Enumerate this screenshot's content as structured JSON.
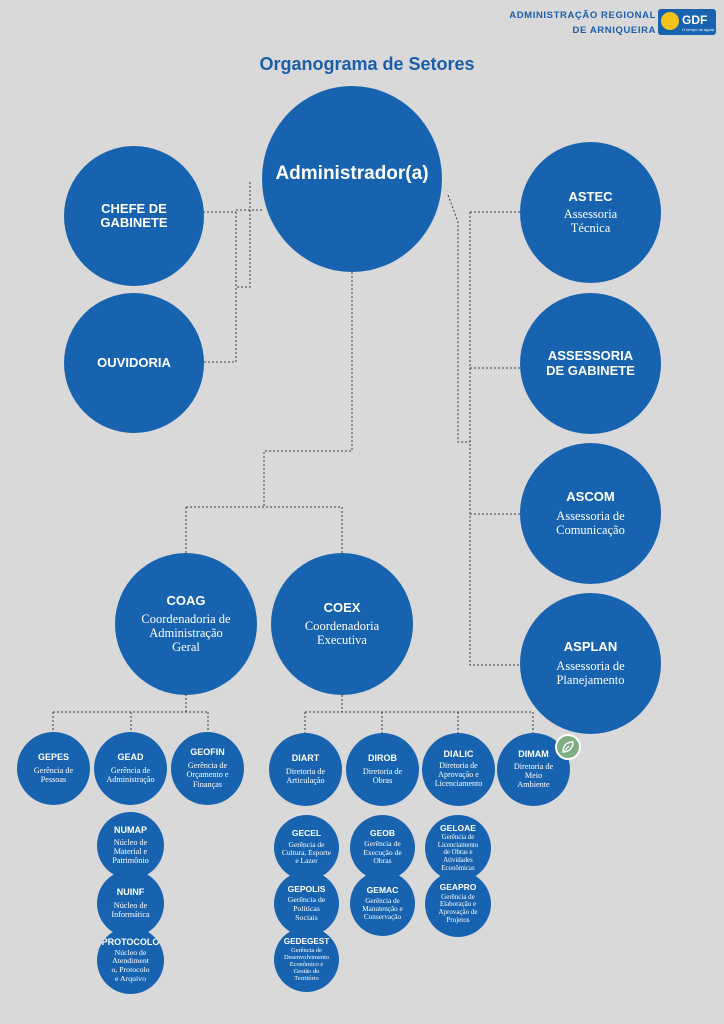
{
  "header": {
    "line1": "ADMINISTRAÇÃO  REGIONAL",
    "line2": "DE ARNIQUEIRA",
    "logo_text": "GDF",
    "logo_sub": "O tempo do agora"
  },
  "title": "Organograma de Setores",
  "nodes": {
    "admin": {
      "abbr": "Administrador(a)"
    },
    "chefe": {
      "abbr": "CHEFE DE\nGABINETE"
    },
    "ouvidoria": {
      "abbr": "OUVIDORIA"
    },
    "astec": {
      "abbr": "ASTEC",
      "desc": "Assessoria\nTécnica"
    },
    "assgab": {
      "abbr": "ASSESSORIA\nDE GABINETE"
    },
    "ascom": {
      "abbr": "ASCOM",
      "desc": "Assessoria de\nComunicação"
    },
    "asplan": {
      "abbr": "ASPLAN",
      "desc": "Assessoria de\nPlanejamento"
    },
    "coag": {
      "abbr": "COAG",
      "desc": "Coordenadoria de\nAdministração\nGeral"
    },
    "coex": {
      "abbr": "COEX",
      "desc": "Coordenadoria\nExecutiva"
    },
    "gepes": {
      "abbr": "GEPES",
      "desc": "Gerência de\nPessoas"
    },
    "gead": {
      "abbr": "GEAD",
      "desc": "Gerência de\nAdministração"
    },
    "geofin": {
      "abbr": "GEOFIN",
      "desc": "Gerência de\nOrçamento e\nFinanças"
    },
    "diart": {
      "abbr": "DIART",
      "desc": "Diretoria de\nArticulação"
    },
    "dirob": {
      "abbr": "DIROB",
      "desc": "Diretoria de\nObras"
    },
    "dialic": {
      "abbr": "DIALIC",
      "desc": "Diretoria de\nAprovação e\nLicenciamento"
    },
    "dimam": {
      "abbr": "DIMAM",
      "desc": "Diretoria de\nMeio\nAmbiente"
    },
    "numap": {
      "abbr": "NUMAP",
      "desc": "Núcleo de\nMaterial e\nPatrimônio"
    },
    "nuinf": {
      "abbr": "NUINF",
      "desc": "Núcleo de\nInformática"
    },
    "protocolo": {
      "abbr": "PROTOCOLO",
      "desc": "Núcleo de\nAtendiment\no, Protocolo\ne Arquivo"
    },
    "gecel": {
      "abbr": "GECEL",
      "desc": "Gerência de\nCultura, Esporte\ne Lazer"
    },
    "gepolis": {
      "abbr": "GEPOLIS",
      "desc": "Gerência de\nPolíticas\nSociais"
    },
    "gedegest": {
      "abbr": "GEDEGEST",
      "desc": "Gerência de\nDesenvolvimento\nEconômico e\nGestão do\nTerritório"
    },
    "geob": {
      "abbr": "GEOB",
      "desc": "Gerência de\nExecução de\nObras"
    },
    "gemac": {
      "abbr": "GEMAC",
      "desc": "Gerência de\nManutenção e\nConservação"
    },
    "geloae": {
      "abbr": "GELOAE",
      "desc": "Gerência de\nLicenciamento\nde Obras e\nAtividades\nEconômicas"
    },
    "geapro": {
      "abbr": "GEAPRO",
      "desc": "Gerência de\nElaboração e\nAprovação de\nProjetos"
    }
  }
}
